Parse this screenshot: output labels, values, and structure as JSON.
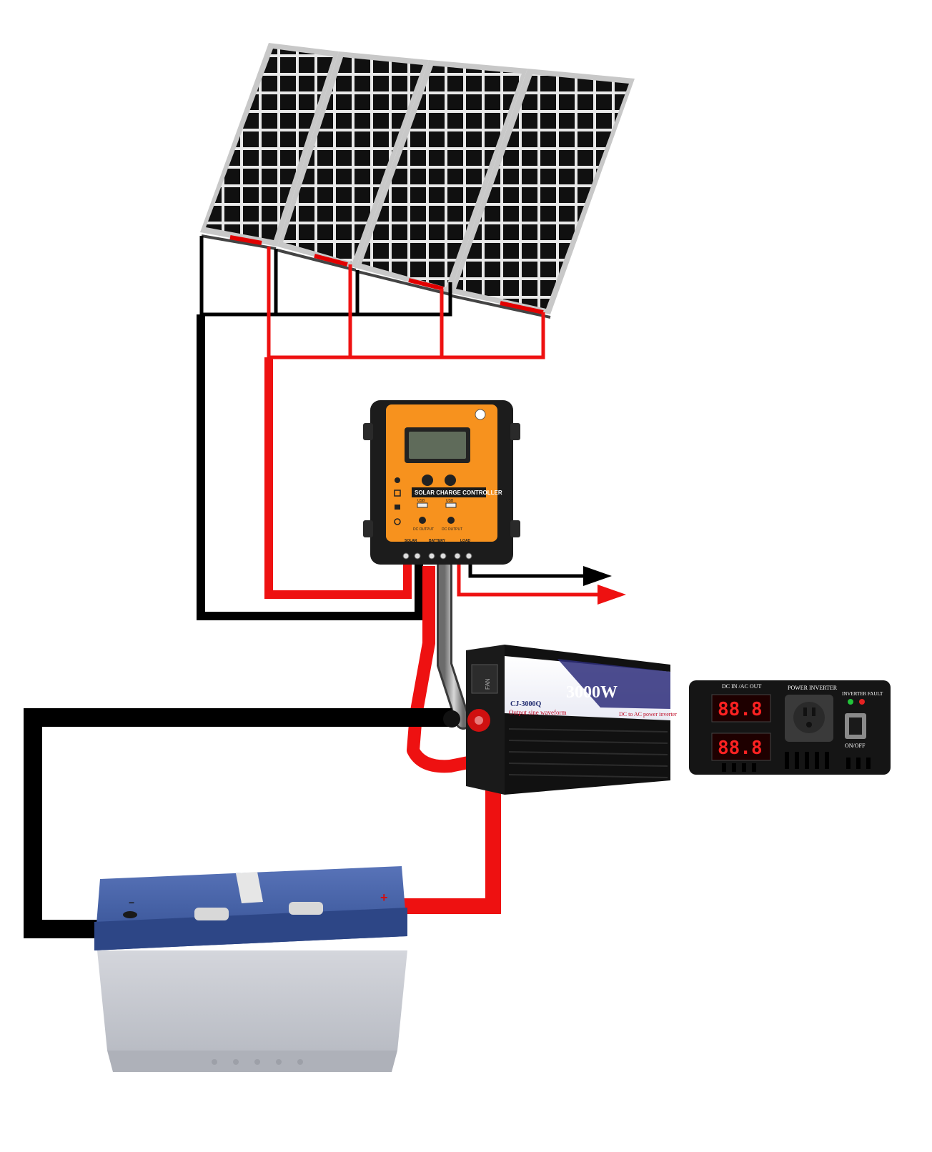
{
  "controller": {
    "label": "SOLAR CHARGE CONTROLLER",
    "usb_label": "USB",
    "dc_output_label": "DC OUTPUT",
    "solar_label": "SOLAR",
    "battery_label": "BATTERY",
    "load_label": "LOAD"
  },
  "inverter": {
    "power_label": "3000W",
    "model_label": "CJ-3000Q",
    "waveform_label": "Output sine waveform",
    "type_label": "DC to AC power inverter",
    "fan_label": "FAN"
  },
  "inverter_panel": {
    "display_header": "DC IN /AC OUT",
    "socket_header": "POWER INVERTER",
    "status_header": "INVERTER FAULT",
    "display_top": "88.8",
    "display_bottom": "88.8",
    "switch_label": "ON/OFF"
  },
  "battery": {
    "positive_symbol": "+",
    "negative_symbol": "−"
  },
  "colors": {
    "wire_positive": "#ee1111",
    "wire_negative": "#000000",
    "controller_orange": "#f7921e",
    "battery_lid": "#3f5fa8",
    "battery_case": "#c9ccd3"
  }
}
